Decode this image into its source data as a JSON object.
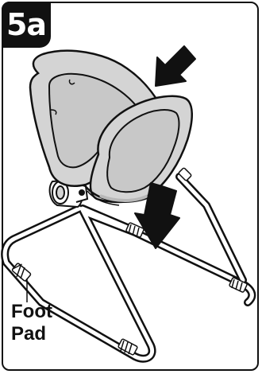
{
  "step": {
    "label": "5a"
  },
  "callout": {
    "line1": "Foot",
    "line2": "Pad"
  },
  "colors": {
    "line": "#111111",
    "seat_fill": "#d4d4d4",
    "seat_shadow": "#b8b8b8",
    "badge_bg": "#111111",
    "badge_text": "#ffffff"
  },
  "icons": {
    "arrow": "down-arrow-icon",
    "foot_pad": "foot-pad-icon"
  }
}
